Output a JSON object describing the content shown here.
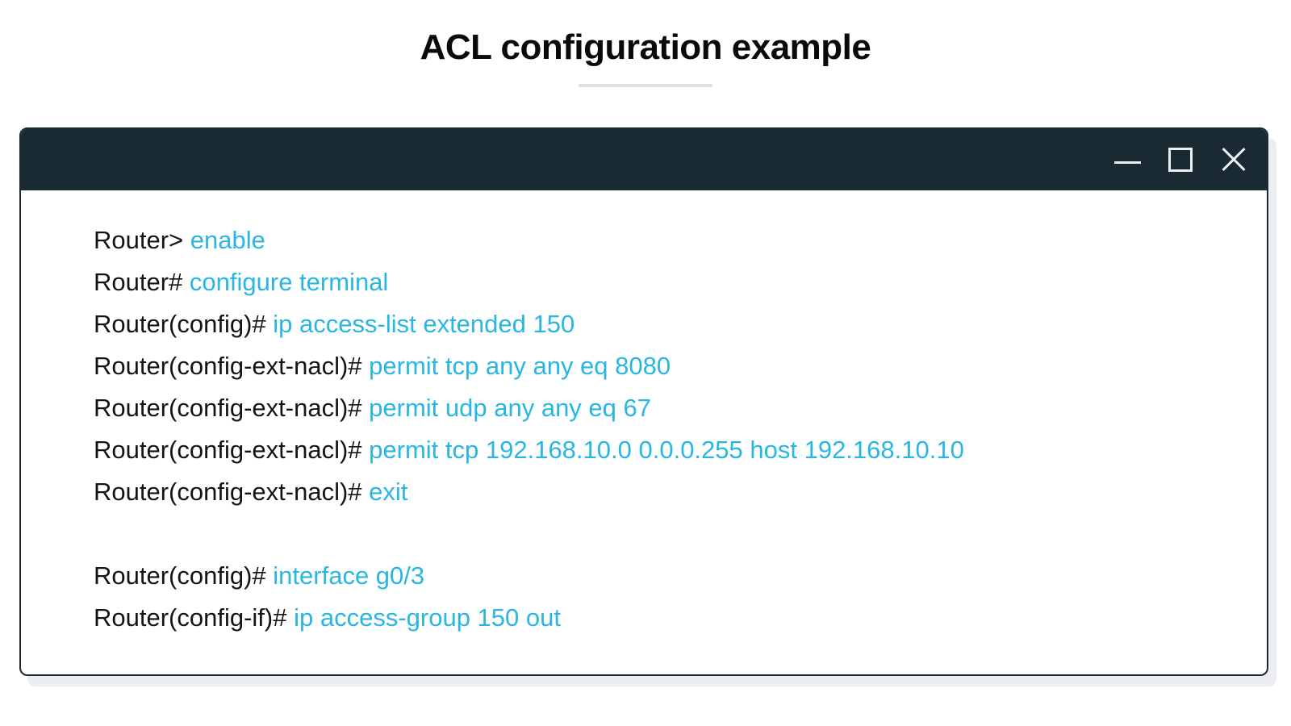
{
  "page": {
    "title": "ACL configuration example"
  },
  "window": {
    "controls": {
      "minimize": "minimize",
      "maximize": "maximize",
      "close": "close"
    }
  },
  "terminal": {
    "lines": [
      {
        "prompt": "Router>",
        "command": "enable"
      },
      {
        "prompt": "Router#",
        "command": "configure terminal"
      },
      {
        "prompt": "Router(config)#",
        "command": "ip access-list extended 150"
      },
      {
        "prompt": "Router(config-ext-nacl)#",
        "command": "permit tcp any any eq 8080"
      },
      {
        "prompt": "Router(config-ext-nacl)#",
        "command": "permit udp any any eq 67"
      },
      {
        "prompt": "Router(config-ext-nacl)#",
        "command": "permit tcp 192.168.10.0 0.0.0.255 host 192.168.10.10"
      },
      {
        "prompt": "Router(config-ext-nacl)#",
        "command": "exit"
      },
      {
        "prompt": "Router(config)#",
        "command": "interface g0/3"
      },
      {
        "prompt": "Router(config-if)#",
        "command": "ip access-group 150 out"
      }
    ]
  },
  "colors": {
    "accent": "#29b6e3",
    "titlebar": "#1a2a33",
    "prompt_text": "#141414",
    "divider": "#e0e0e0",
    "window_shadow": "#eceef1",
    "icon": "#eef1f2"
  }
}
